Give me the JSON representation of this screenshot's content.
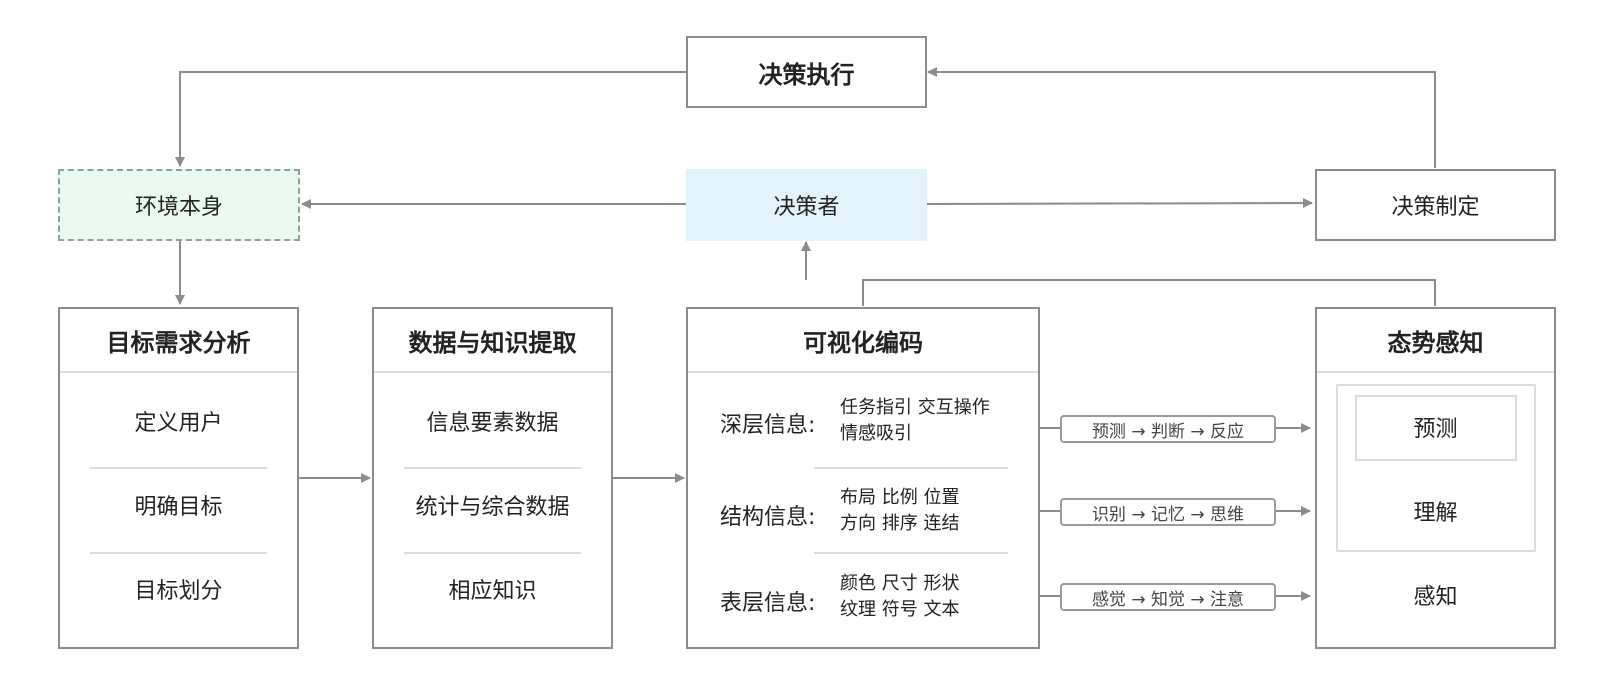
{
  "decision_exec": "决策执行",
  "environment": "环境本身",
  "decision_maker": "决策者",
  "decision_making": "决策制定",
  "goal_analysis": {
    "title": "目标需求分析",
    "items": [
      "定义用户",
      "明确目标",
      "目标划分"
    ]
  },
  "data_extraction": {
    "title": "数据与知识提取",
    "items": [
      "信息要素数据",
      "统计与综合数据",
      "相应知识"
    ]
  },
  "vis_encoding": {
    "title": "可视化编码",
    "levels": [
      {
        "label": "深层信息:",
        "items_line1": "任务指引 交互操作",
        "items_line2": "情感吸引"
      },
      {
        "label": "结构信息:",
        "items_line1": "布局 比例 位置",
        "items_line2": "方向 排序 连结"
      },
      {
        "label": "表层信息:",
        "items_line1": "颜色 尺寸 形状",
        "items_line2": "纹理 符号 文本"
      }
    ]
  },
  "flows": [
    "预测 → 判断 → 反应",
    "识别 → 记忆 → 思维",
    "感觉 → 知觉 → 注意"
  ],
  "situation_awareness": {
    "title": "态势感知",
    "items": [
      "预测",
      "理解",
      "感知"
    ]
  },
  "colors": {
    "environment_bg": "#e9faf1",
    "decision_maker_bg": "#e3f3fb",
    "line": "#8c8c8c"
  }
}
